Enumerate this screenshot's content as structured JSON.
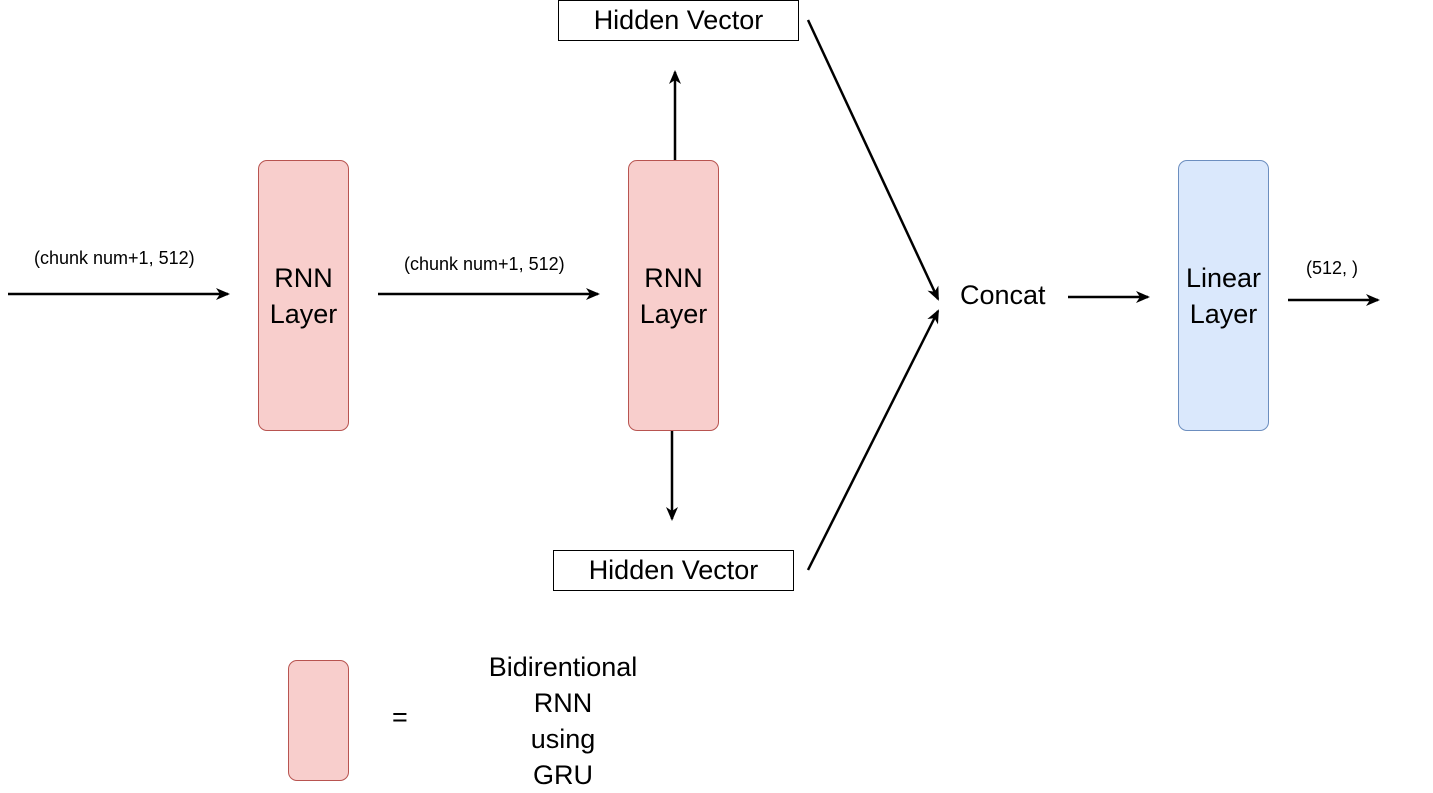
{
  "diagram": {
    "input_label": "(chunk num+1, 512)",
    "mid_label": "(chunk num+1, 512)",
    "output_label": "(512, )",
    "rnn_layer_1": "RNN\nLayer",
    "rnn_layer_2": "RNN\nLayer",
    "hidden_vector_top": "Hidden Vector",
    "hidden_vector_bottom": "Hidden Vector",
    "concat": "Concat",
    "linear_layer": "Linear\nLayer"
  },
  "legend": {
    "equals": "=",
    "description": "Bidirentional\nRNN\nusing\nGRU"
  },
  "colors": {
    "rnn_fill": "#f8cecc",
    "rnn_stroke": "#b85450",
    "linear_fill": "#dae8fc",
    "linear_stroke": "#6c8ebf",
    "line": "#000000"
  }
}
